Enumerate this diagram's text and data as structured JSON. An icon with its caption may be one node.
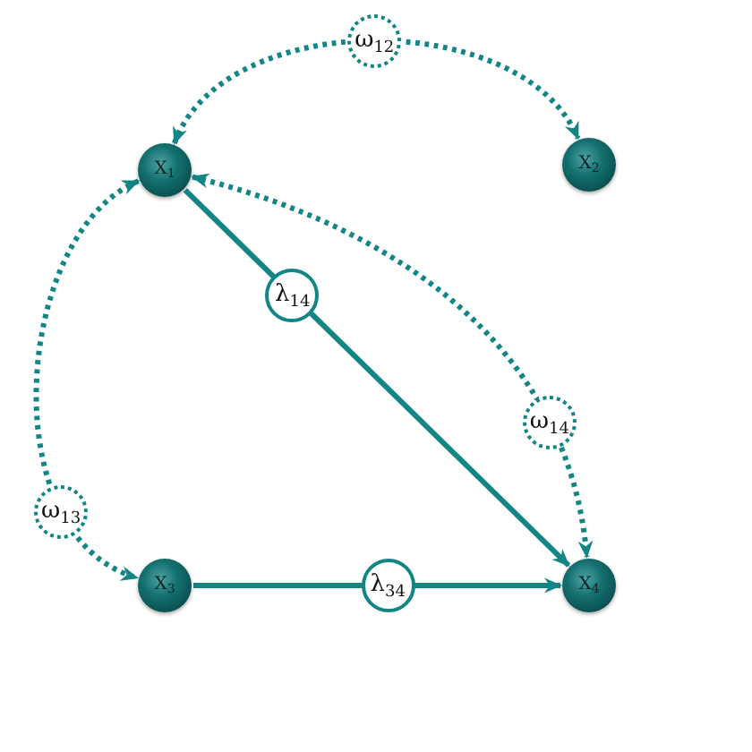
{
  "diagram": {
    "nodes": [
      {
        "text": [
          "X$_{1}$"
        ]
      },
      {
        "text": [
          "X$_{2}$"
        ]
      },
      {
        "text": [
          "X$_{3}$"
        ]
      },
      {
        "text": [
          "X$_{4}$"
        ]
      }
    ],
    "edges": [
      {
        "from": 0,
        "to": 1,
        "arrow": "both",
        "style": "dashed",
        "label": "ω$_{12}$"
      },
      {
        "from": 0,
        "to": 2,
        "arrow": "both",
        "style": "dashed",
        "label": "ω$_{13}$"
      },
      {
        "from": 0,
        "to": 3,
        "arrow": "both",
        "style": "dashed",
        "label": "ω$_{14}$"
      },
      {
        "from": 0,
        "to": 3,
        "arrow": "to",
        "label": "λ$_{14}$"
      },
      {
        "from": 2,
        "to": 3,
        "arrow": "to",
        "label": "λ$_{34}$"
      }
    ]
  }
}
